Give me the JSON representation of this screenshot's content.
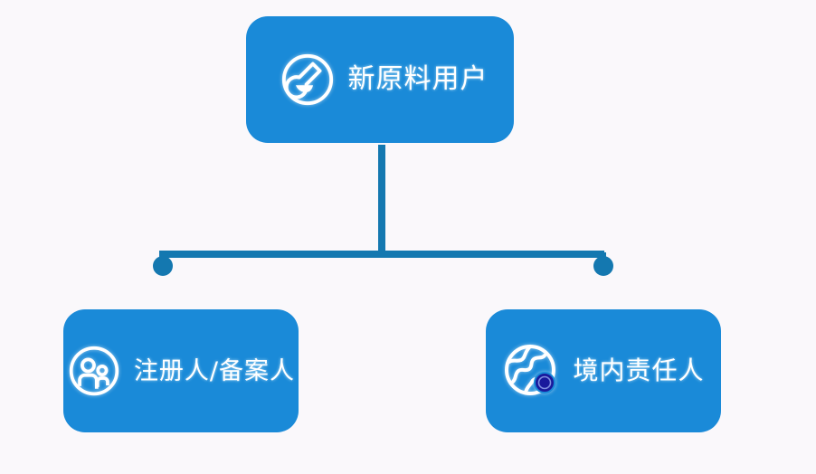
{
  "diagram": {
    "title": "新原料用户",
    "background_color": "#faf8fb",
    "node_color": "#1a8ad8",
    "connector_color": "#1478b0",
    "label_color": "#ffffff",
    "badge_color": "#19199c",
    "root": {
      "label": "新原料用户",
      "icon": "flask-icon"
    },
    "children": [
      {
        "label": "注册人/备案人",
        "icon": "users-icon"
      },
      {
        "label": "境内责任人",
        "icon": "globe-icon",
        "badge_icon": "badge-icon"
      }
    ]
  }
}
